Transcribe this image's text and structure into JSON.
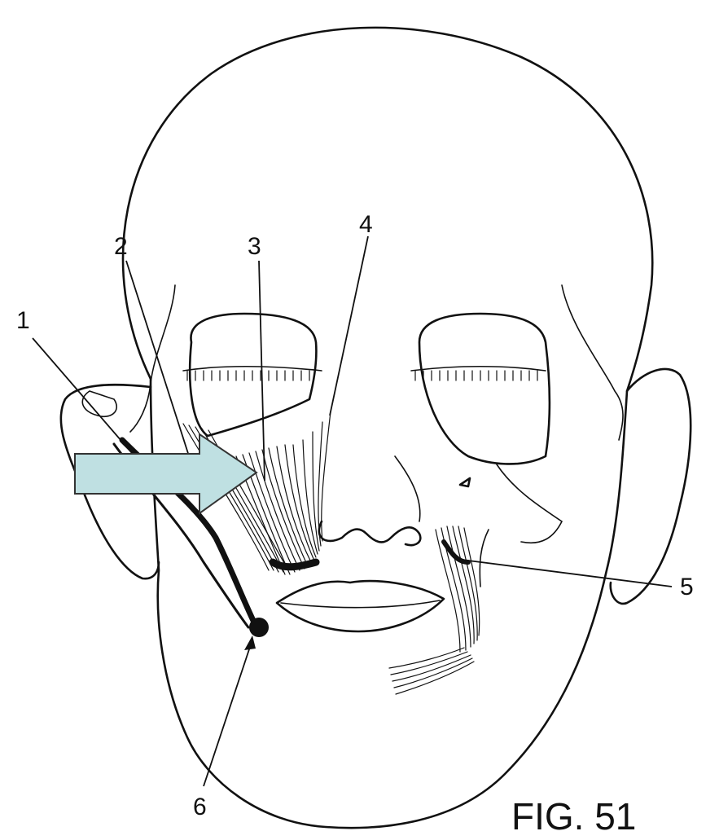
{
  "figure": {
    "caption": "FIG. 51",
    "labels": [
      "1",
      "2",
      "3",
      "4",
      "5",
      "6"
    ],
    "colors": {
      "ink": "#111111",
      "arrow_fill": "#bfe0e2",
      "arrow_stroke": "#333333",
      "background": "#ffffff"
    }
  }
}
